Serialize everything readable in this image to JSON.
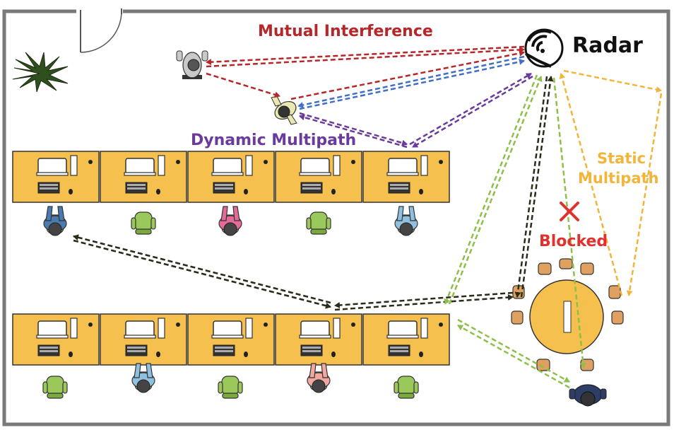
{
  "labels": {
    "mutual_interference": "Mutual Interference",
    "radar": "Radar",
    "dynamic_multipath": "Dynamic Multipath",
    "static_multipath_line1": "Static",
    "static_multipath_line2": "Multipath",
    "blocked": "Blocked"
  },
  "colors": {
    "mutual_interference": "#b8262a",
    "dynamic_multipath": "#6a3a9c",
    "static_multipath": "#f2b53a",
    "blocked": "#e2302c",
    "radar_text": "#111111",
    "desk": "#f6c04e",
    "chair": "#9bc85a",
    "wall": "#7a7a7a",
    "los_path": "#2b2b1a",
    "green_path": "#8dc04a",
    "blue_path": "#3f6fc6"
  },
  "icons": {
    "radar": "radar-icon",
    "door": "door-icon",
    "plant": "plant-icon",
    "blocked": "x-mark-icon"
  }
}
